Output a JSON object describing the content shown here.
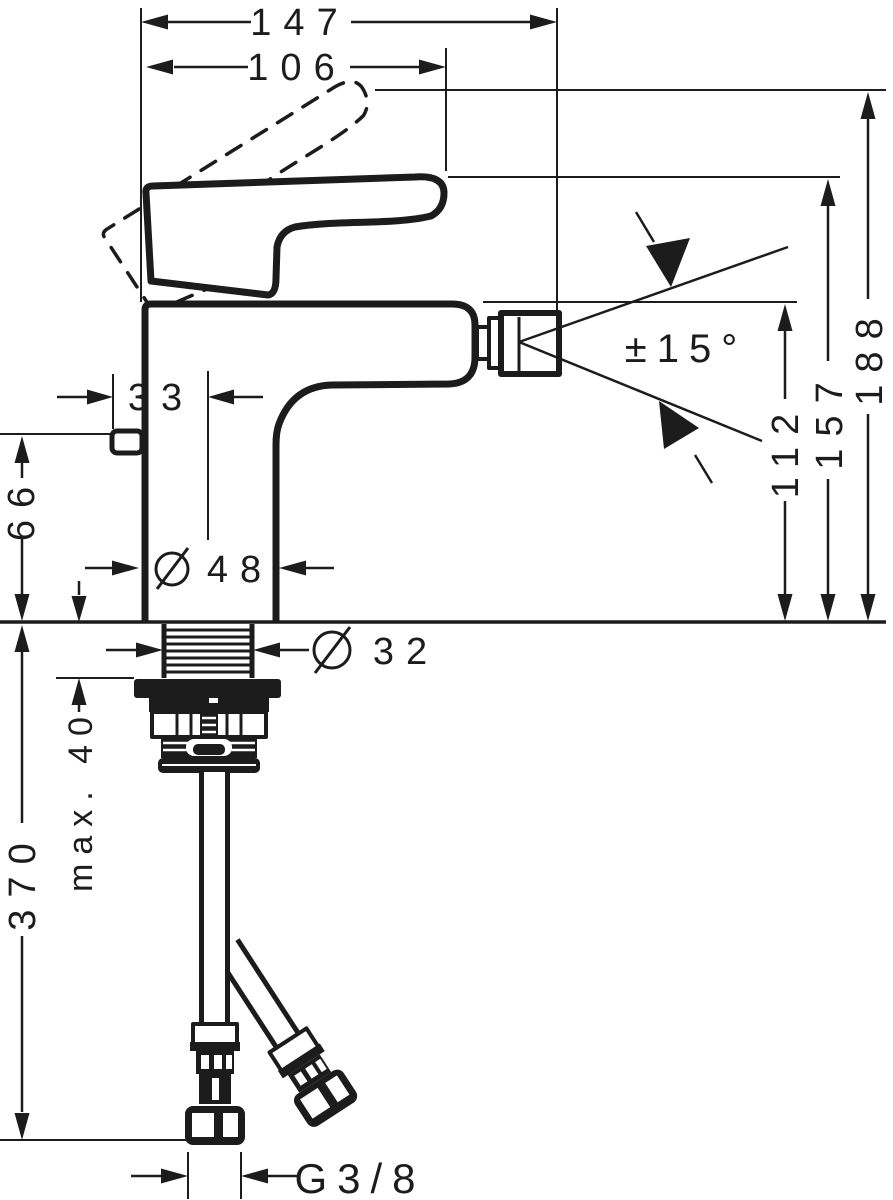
{
  "drawing": {
    "kind": "technical-dimension-drawing",
    "colors": {
      "line": "#1c1c1c",
      "background": "#ffffff"
    },
    "dims": {
      "total_width": "147",
      "handle_reach": "106",
      "pin_offset": "33",
      "pin_height": "66",
      "body_diameter_value": "48",
      "shank_diameter_value": "32",
      "diameter_symbol": "diameter",
      "spout_height": "112",
      "handle_height": "157",
      "max_height": "188",
      "swivel_angle": "±15°",
      "clamp_thickness": "max. 40",
      "hose_length": "370",
      "thread": "G3/8"
    }
  }
}
